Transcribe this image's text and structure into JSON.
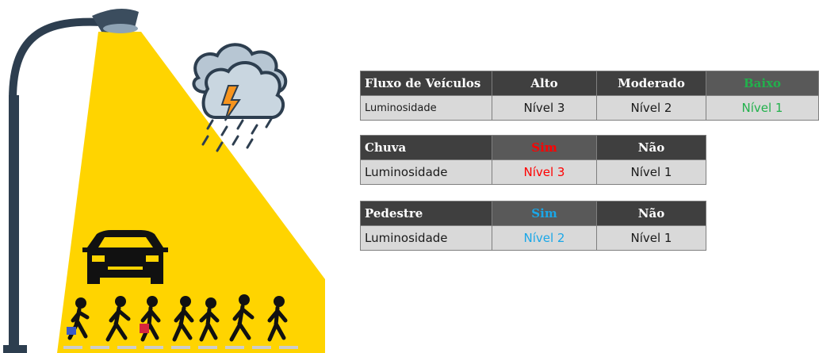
{
  "illustration": {
    "icons": [
      "street-lamp-icon",
      "storm-cloud-icon",
      "rain-icon",
      "lightning-icon",
      "car-icon",
      "pedestrians-icon"
    ],
    "light_color": "#ffd400"
  },
  "tables": {
    "fluxo": {
      "header": [
        "Fluxo de Veículos",
        "Alto",
        "Moderado",
        "Baixo"
      ],
      "row": [
        "Luminosidade",
        "Nível 3",
        "Nível 2",
        "Nível 1"
      ],
      "highlight_color": "#22b14c"
    },
    "chuva": {
      "header": [
        "Chuva",
        "Sim",
        "Não"
      ],
      "row": [
        "Luminosidade",
        "Nível 3",
        "Nível 1"
      ],
      "highlight_color": "#ff0000"
    },
    "pedestre": {
      "header": [
        "Pedestre",
        "Sim",
        "Não"
      ],
      "row": [
        "Luminosidade",
        "Nível 2",
        "Nível 1"
      ],
      "highlight_color": "#1aa7e8"
    }
  }
}
